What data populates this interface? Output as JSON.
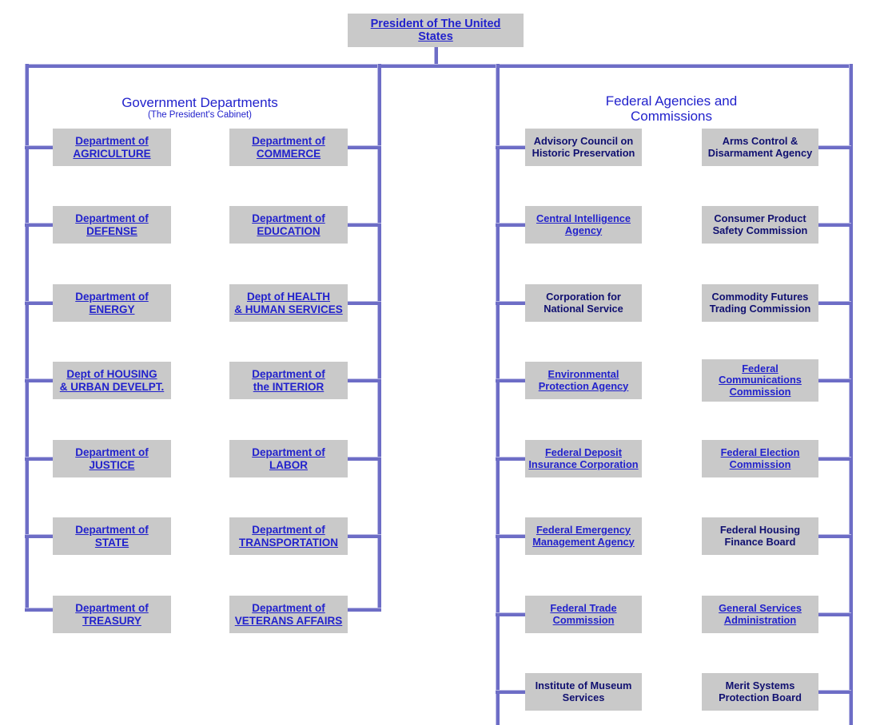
{
  "colors": {
    "line": "#6d6dc6",
    "line_highlight": "#b9b9e4",
    "box_fill": "#c9c9c9",
    "link_text": "#2222cc",
    "plain_text": "#101070",
    "background": "#ffffff"
  },
  "root": {
    "label": "President of The United States",
    "line1": "President of The United",
    "line2": "States",
    "is_link": true
  },
  "groups": [
    {
      "id": "government-departments",
      "title": "Government Departments",
      "subtitle": "(The President's Cabinet)",
      "columns": [
        {
          "id": "departments-col-1",
          "items": [
            {
              "line1": "Department of",
              "line2": "AGRICULTURE",
              "is_link": true
            },
            {
              "line1": "Department of",
              "line2": "DEFENSE",
              "is_link": true
            },
            {
              "line1": "Department of",
              "line2": "ENERGY",
              "is_link": true
            },
            {
              "line1": "Dept of HOUSING",
              "line2": "& URBAN DEVELPT.",
              "is_link": true
            },
            {
              "line1": "Department of",
              "line2": "JUSTICE",
              "is_link": true
            },
            {
              "line1": "Department of",
              "line2": "STATE",
              "is_link": true
            },
            {
              "line1": "Department of",
              "line2": "TREASURY",
              "is_link": true
            }
          ]
        },
        {
          "id": "departments-col-2",
          "items": [
            {
              "line1": "Department of",
              "line2": "COMMERCE",
              "is_link": true
            },
            {
              "line1": "Department of",
              "line2": "EDUCATION",
              "is_link": true
            },
            {
              "line1": "Dept of HEALTH",
              "line2": "& HUMAN SERVICES",
              "is_link": true
            },
            {
              "line1": "Department of",
              "line2": "the INTERIOR",
              "is_link": true
            },
            {
              "line1": "Department of",
              "line2": "LABOR",
              "is_link": true
            },
            {
              "line1": "Department of",
              "line2": "TRANSPORTATION",
              "is_link": true
            },
            {
              "line1": "Department of",
              "line2": "VETERANS AFFAIRS",
              "is_link": true
            }
          ]
        }
      ]
    },
    {
      "id": "federal-agencies-and-commissions",
      "title_line1": "Federal Agencies and",
      "title_line2": "Commissions",
      "title": "Federal Agencies and Commissions",
      "columns": [
        {
          "id": "agencies-col-1",
          "items": [
            {
              "line1": "Advisory Council on",
              "line2": "Historic Preservation",
              "is_link": false
            },
            {
              "line1": "Central Intelligence",
              "line2": "Agency",
              "is_link": true
            },
            {
              "line1": "Corporation for",
              "line2": "National Service",
              "is_link": false
            },
            {
              "line1": "Environmental",
              "line2": "Protection Agency",
              "is_link": true
            },
            {
              "line1": "Federal Deposit",
              "line2": "Insurance Corporation",
              "is_link": true
            },
            {
              "line1": "Federal Emergency",
              "line2": "Management Agency",
              "is_link": true
            },
            {
              "line1": "Federal Trade",
              "line2": "Commission",
              "is_link": true
            },
            {
              "line1": "Institute of Museum",
              "line2": "Services",
              "is_link": false
            }
          ]
        },
        {
          "id": "agencies-col-2",
          "items": [
            {
              "line1": "Arms Control &",
              "line2": "Disarmament Agency",
              "is_link": false
            },
            {
              "line1": "Consumer Product",
              "line2": "Safety Commission",
              "is_link": false
            },
            {
              "line1": "Commodity Futures",
              "line2": "Trading Commission",
              "is_link": false
            },
            {
              "line1": "Federal",
              "line2": "Communications",
              "line3": "Commission",
              "is_link": true
            },
            {
              "line1": "Federal Election",
              "line2": "Commission",
              "is_link": true
            },
            {
              "line1": "Federal Housing",
              "line2": "Finance Board",
              "is_link": false
            },
            {
              "line1": "General Services",
              "line2": "Administration",
              "is_link": true
            },
            {
              "line1": "Merit Systems",
              "line2": "Protection Board",
              "is_link": false
            }
          ]
        }
      ]
    }
  ]
}
